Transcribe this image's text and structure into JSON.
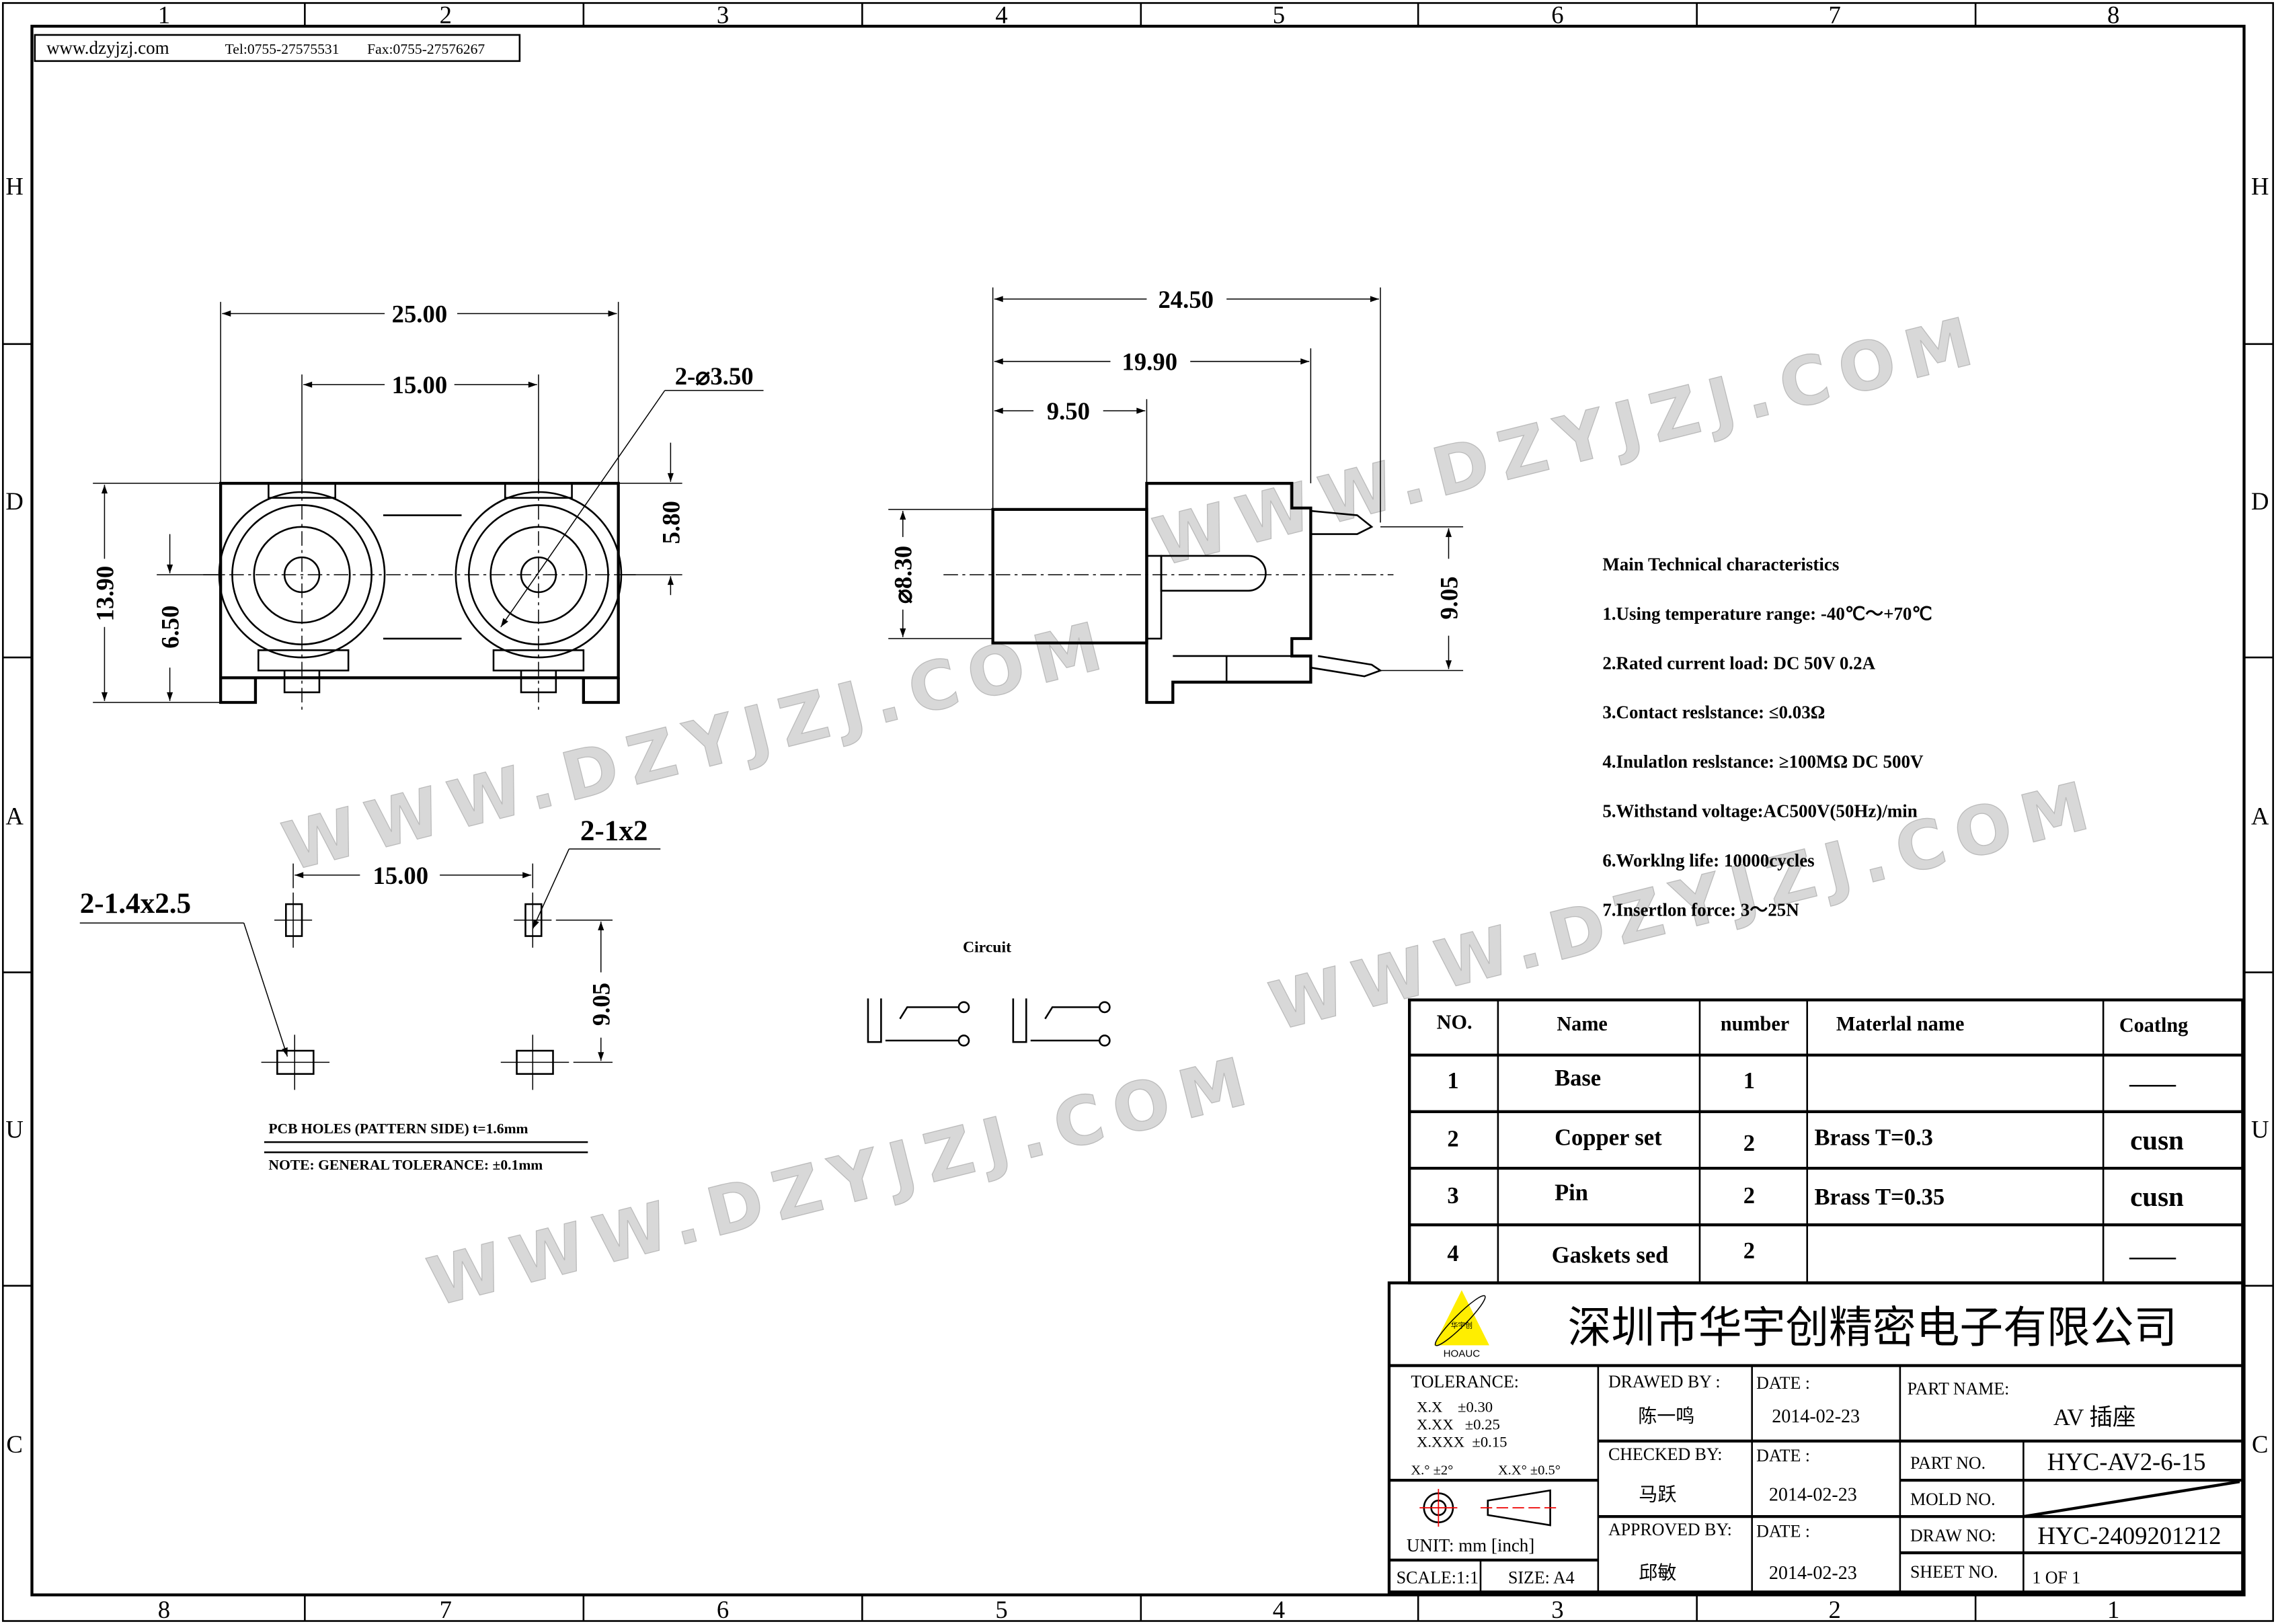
{
  "header": {
    "website": "www.dzyjzj.com",
    "tel": "Tel:0755-27575531",
    "fax": "Fax:0755-27576267"
  },
  "frame": {
    "top_columns": [
      "1",
      "2",
      "3",
      "4",
      "5",
      "6",
      "7",
      "8"
    ],
    "bottom_columns": [
      "8",
      "7",
      "6",
      "5",
      "4",
      "3",
      "2",
      "1"
    ],
    "rows": [
      "H",
      "D",
      "A",
      "U",
      "C"
    ]
  },
  "watermark": "WWW.DZYJZJ.COM",
  "front_view": {
    "width": "25.00",
    "pitch": "15.00",
    "holes": "2-⌀3.50",
    "height": "13.90",
    "center_height": "6.50",
    "top_offset": "5.80"
  },
  "side_view": {
    "depth": "24.50",
    "body": "19.90",
    "barrel": "9.50",
    "barrel_dia": "⌀8.30",
    "pin_spacing": "9.05"
  },
  "pcb": {
    "pitch": "15.00",
    "row_spacing": "9.05",
    "slot_small": "2-1x2",
    "slot_large": "2-1.4x2.5",
    "note1": "PCB HOLES (PATTERN SIDE) t=1.6mm",
    "note2": "NOTE: GENERAL TOLERANCE: ±0.1mm"
  },
  "circuit": {
    "label": "Circuit"
  },
  "specs": {
    "title": "Main Technical characteristics",
    "items": [
      "1.Using temperature range: -40℃～+70℃",
      "2.Rated current load: DC 50V  0.2A",
      "3.Contact reslstance: ≤0.03Ω",
      "4.Inulatlon reslstance: ≥100MΩ  DC 500V",
      "5.Withstand voltage:AC500V(50Hz)/min",
      "6.Worklng life: 10000cycles",
      "7.Insertlon force: 3～25N"
    ]
  },
  "bom": {
    "headers": [
      "NO.",
      "Name",
      "number",
      "Materlal name",
      "Coatlng"
    ],
    "rows": [
      [
        "1",
        "Base",
        "1",
        "",
        "——"
      ],
      [
        "2",
        "Copper set",
        "2",
        "Brass  T=0.3",
        "cusn"
      ],
      [
        "3",
        "Pin",
        "2",
        "Brass  T=0.35",
        "cusn"
      ],
      [
        "4",
        "Gaskets sed",
        "2",
        "",
        "——"
      ]
    ]
  },
  "title_block": {
    "company": "深圳市华宇创精密电子有限公司",
    "logo_text": "HOAUC",
    "logo_cn": "华宇创",
    "tolerance_label": "TOLERANCE:",
    "tolerances": [
      "X.X    ±0.30",
      "X.XX   ±0.25",
      "X.XXX  ±0.15"
    ],
    "angle_tol_1": "X.° ±2°",
    "angle_tol_2": "X.X° ±0.5°",
    "unit": "UNIT:  mm  [inch]",
    "scale": "SCALE:1:1",
    "size": "SIZE:  A4",
    "drawed_by_label": "DRAWED BY :",
    "drawed_by": "陈一鸣",
    "checked_by_label": "CHECKED BY:",
    "checked_by": "马跃",
    "approved_by_label": "APPROVED BY:",
    "approved_by": "邱敏",
    "date_label": "DATE :",
    "date_drawed": "2014-02-23",
    "date_checked": "2014-02-23",
    "date_approved": "2014-02-23",
    "part_name_label": "PART NAME:",
    "part_name": "AV 插座",
    "part_no_label": "PART NO.",
    "part_no": "HYC-AV2-6-15",
    "mold_no_label": "MOLD NO.",
    "draw_no_label": "DRAW NO:",
    "draw_no": "HYC-2409201212",
    "sheet_no_label": "SHEET NO.",
    "sheet_no": "1 OF 1"
  }
}
